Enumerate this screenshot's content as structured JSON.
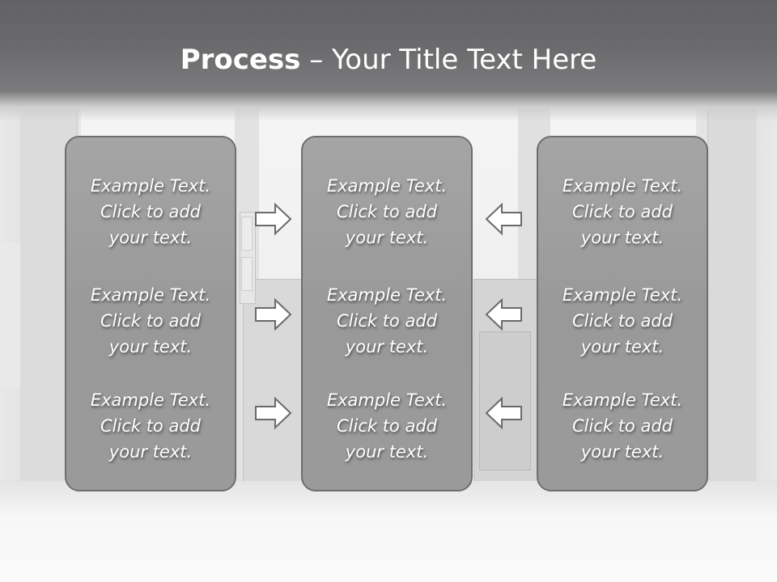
{
  "title": {
    "bold": "Process",
    "rest": " – Your Title Text Here"
  },
  "columns": [
    {
      "blocks": [
        {
          "line1": "Example Text.",
          "line2": "Click  to add",
          "line3": "your text."
        },
        {
          "line1": "Example Text.",
          "line2": "Click  to add",
          "line3": "your text."
        },
        {
          "line1": "Example Text.",
          "line2": "Click  to add",
          "line3": "your text."
        }
      ]
    },
    {
      "blocks": [
        {
          "line1": "Example Text.",
          "line2": "Click  to add",
          "line3": "your text."
        },
        {
          "line1": "Example Text.",
          "line2": "Click  to add",
          "line3": "your text."
        },
        {
          "line1": "Example Text.",
          "line2": "Click  to add",
          "line3": "your text."
        }
      ]
    },
    {
      "blocks": [
        {
          "line1": "Example Text.",
          "line2": "Click  to add",
          "line3": "your text."
        },
        {
          "line1": "Example Text.",
          "line2": "Click  to add",
          "line3": "your text."
        },
        {
          "line1": "Example Text.",
          "line2": "Click  to add",
          "line3": "your text."
        }
      ]
    }
  ],
  "arrows": {
    "left_column": "right-arrow-icon",
    "right_column": "left-arrow-icon"
  },
  "colors": {
    "title_bar": "#666668",
    "box_fill": "#9b9b9b",
    "box_border": "#6e6e6e",
    "text": "#ffffff"
  }
}
